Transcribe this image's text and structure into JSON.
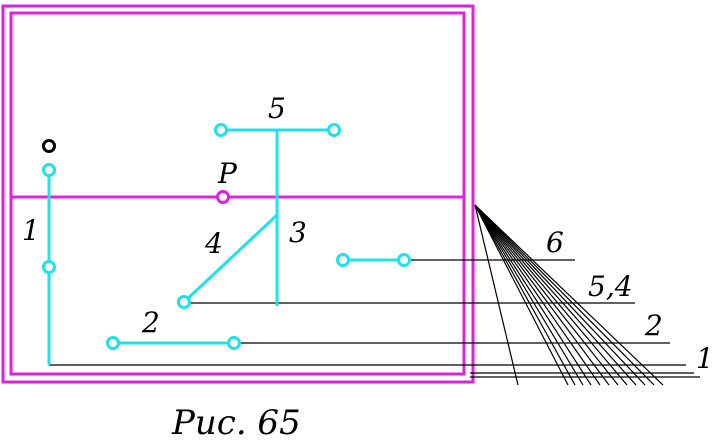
{
  "colors": {
    "frame": "#e020e0",
    "segment": "#20e0e8",
    "ink": "#000000",
    "background": "#ffffff"
  },
  "labels": {
    "segment_1": "1",
    "segment_2": "2",
    "segment_3": "3",
    "segment_4": "4",
    "segment_5": "5",
    "point_p": "P",
    "ray_6": "6",
    "ray_5_4": "5,4",
    "ray_2": "2",
    "ray_1": "1"
  },
  "caption": "Рис. 65"
}
